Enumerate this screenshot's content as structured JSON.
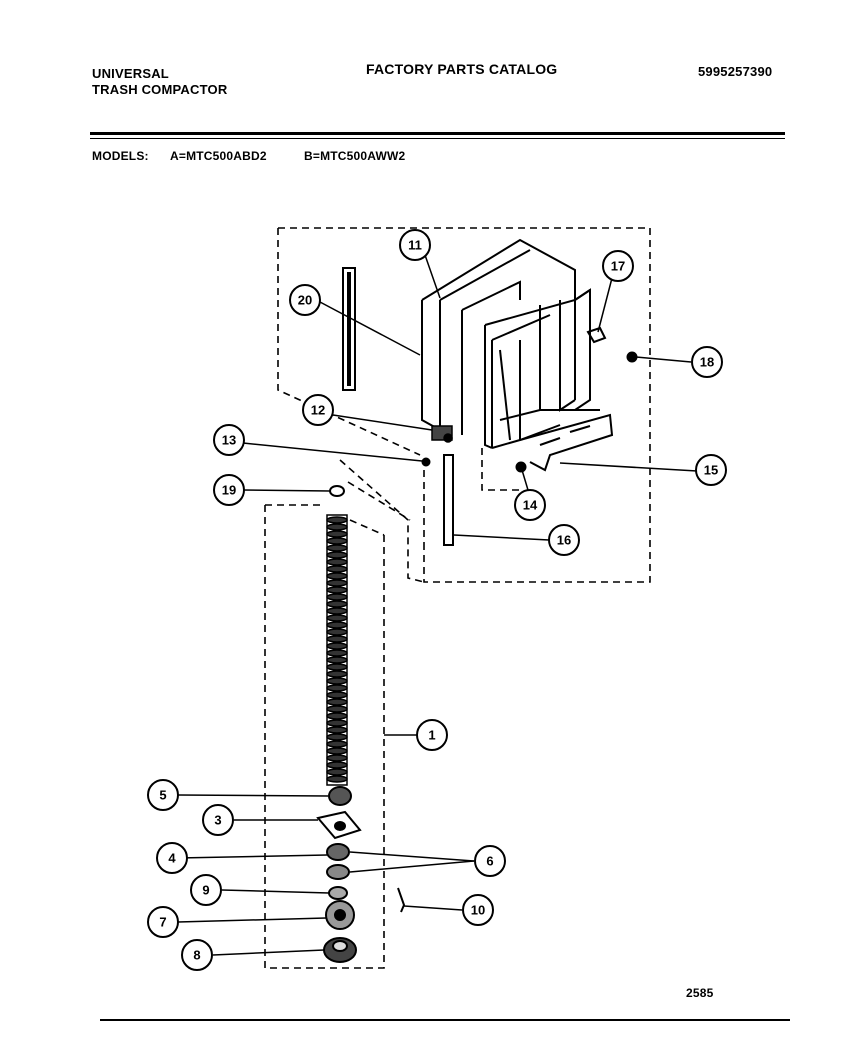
{
  "header": {
    "brand_line1": "UNIVERSAL",
    "brand_line2": "TRASH COMPACTOR",
    "title": "FACTORY PARTS CATALOG",
    "part_number": "5995257390"
  },
  "models": {
    "label": "MODELS:",
    "model_a": "A=MTC500ABD2",
    "model_b": "B=MTC500AWW2"
  },
  "callouts": [
    {
      "id": "11",
      "label": "11"
    },
    {
      "id": "17",
      "label": "17"
    },
    {
      "id": "20",
      "label": "20"
    },
    {
      "id": "18",
      "label": "18"
    },
    {
      "id": "12",
      "label": "12"
    },
    {
      "id": "13",
      "label": "13"
    },
    {
      "id": "15",
      "label": "15"
    },
    {
      "id": "19",
      "label": "19"
    },
    {
      "id": "14",
      "label": "14"
    },
    {
      "id": "16",
      "label": "16"
    },
    {
      "id": "1",
      "label": "1"
    },
    {
      "id": "5",
      "label": "5"
    },
    {
      "id": "3",
      "label": "3"
    },
    {
      "id": "4",
      "label": "4"
    },
    {
      "id": "6",
      "label": "6"
    },
    {
      "id": "9",
      "label": "9"
    },
    {
      "id": "10",
      "label": "10"
    },
    {
      "id": "7",
      "label": "7"
    },
    {
      "id": "8",
      "label": "8"
    }
  ],
  "footer": {
    "page_code": "2585"
  }
}
